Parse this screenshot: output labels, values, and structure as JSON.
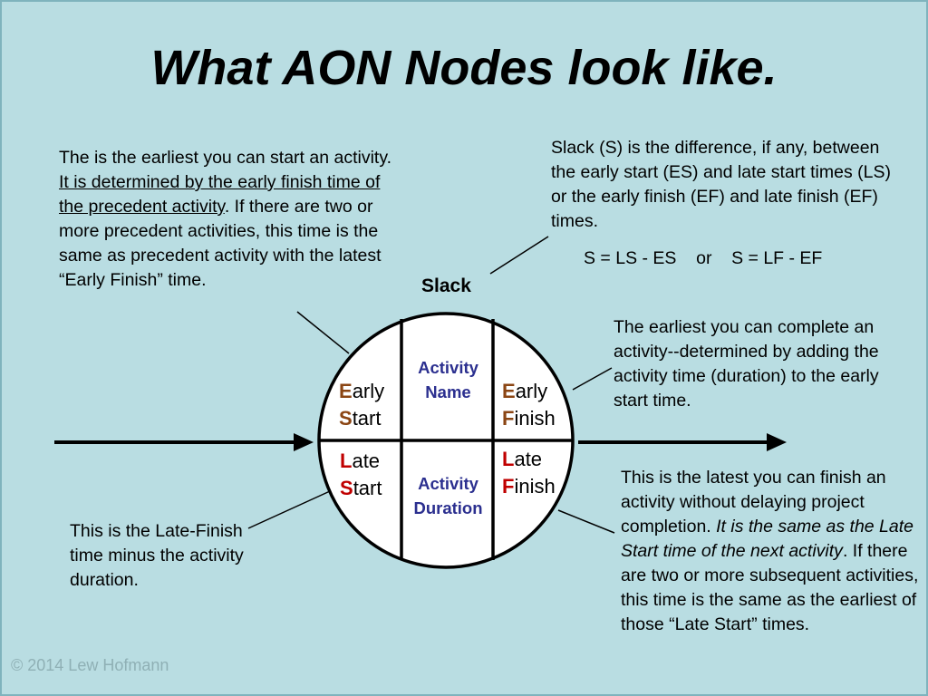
{
  "title": "What AON Nodes look like.",
  "early_start_note": {
    "part1": "The is the earliest you can start an activity. ",
    "underlined": "It is determined by the early finish time of the precedent activity",
    "part2": ". If there are two or more precedent activities, this time is the same as precedent activity with the latest “Early Finish” time."
  },
  "slack_note": "Slack (S) is the difference, if any, between the early start (ES) and late start times (LS) or the early finish (EF) and late finish (EF) times.",
  "slack_formula": "S = LS - ES    or    S = LF - EF",
  "slack_label": "Slack",
  "early_finish_note": "The earliest you can complete an activity--determined by adding the activity time (duration) to the early start time.",
  "late_finish_note": {
    "part1": "This is the latest you can finish an activity without delaying project completion. ",
    "italic": "It is the same as the Late Start time of the next activity",
    "part2": ". If there are two or more subsequent activities, this time is the same as the earliest of those “Late Start” times."
  },
  "late_start_note": "This is the Late-Finish time minus the activity duration.",
  "node": {
    "early_start": {
      "l1_first": "E",
      "l1_rest": "arly",
      "l2_first": "S",
      "l2_rest": "tart"
    },
    "early_finish": {
      "l1_first": "E",
      "l1_rest": "arly",
      "l2_first": "F",
      "l2_rest": "inish"
    },
    "late_start": {
      "l1_first": "L",
      "l1_rest": "ate",
      "l2_first": "S",
      "l2_rest": "tart"
    },
    "late_finish": {
      "l1_first": "L",
      "l1_rest": "ate",
      "l2_first": "F",
      "l2_rest": "inish"
    },
    "activity_name": {
      "l1": "Activity",
      "l2": "Name"
    },
    "activity_duration": {
      "l1": "Activity",
      "l2": "Duration"
    }
  },
  "copyright": "© 2014 Lew Hofmann",
  "colors": {
    "background": "#b9dde2",
    "late_red": "#c00000",
    "early_brown": "#8b4513",
    "center_blue": "#2b2f8f"
  }
}
